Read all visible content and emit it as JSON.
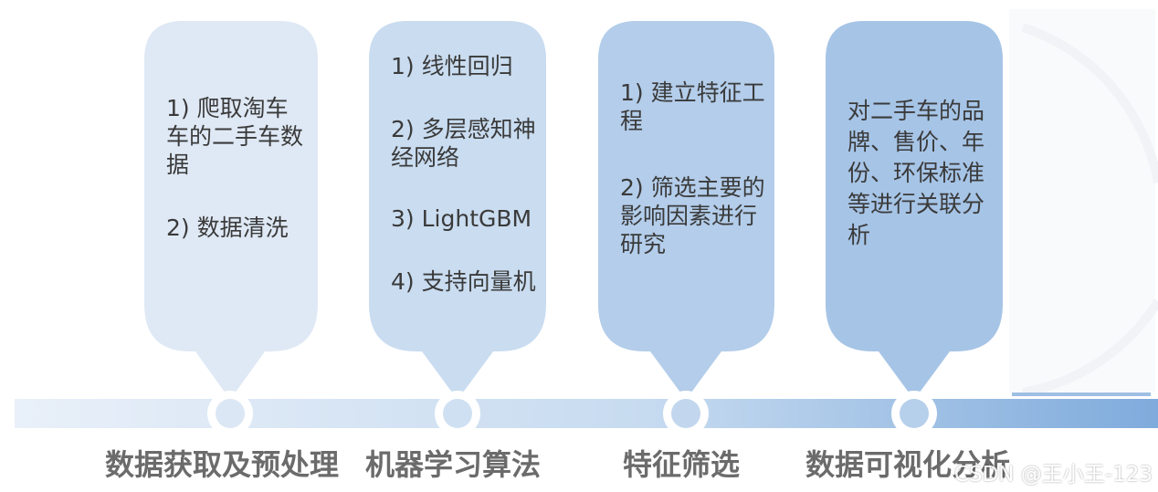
{
  "stages": [
    {
      "label": "数据获取及预处理",
      "items": [
        "1) 爬取淘车车的二手车数据",
        "2) 数据清洗"
      ],
      "color": "#dfe9f5"
    },
    {
      "label": "机器学习算法",
      "items": [
        "1) 线性回归",
        "2) 多层感知神经网络",
        "3) LightGBM",
        "4) 支持向量机"
      ],
      "color": "#c9dcf0"
    },
    {
      "label": "特征筛选",
      "items": [
        "1) 建立特征工程",
        "2) 筛选主要的影响因素进行研究"
      ],
      "color": "#b3cdea"
    },
    {
      "label": "数据可视化分析",
      "items": [
        "对二手车的品牌、售价、年份、环保标准等进行关联分析"
      ],
      "color": "#a6c4e6"
    }
  ],
  "watermark": "CSDN @王小王-123"
}
